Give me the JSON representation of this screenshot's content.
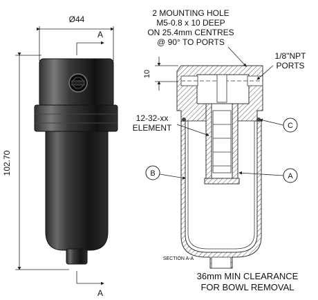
{
  "dimensions": {
    "diameter": "Ø44",
    "height": "102.70",
    "depth": "10"
  },
  "section": {
    "marker_top": "A",
    "marker_bottom": "A",
    "title": "SECTION A-A"
  },
  "callouts": {
    "mounting_line1": "2 MOUNTING HOLE",
    "mounting_line2": "M5-0.8 x 10 DEEP",
    "mounting_line3": "ON 25.4mm CENTRES",
    "mounting_line4": "@ 90° TO PORTS",
    "ports_line1": "1/8\"NPT",
    "ports_line2": "PORTS",
    "element_line1": "12-32-xx",
    "element_line2": "ELEMENT",
    "clearance_line1": "36mm MIN CLEARANCE",
    "clearance_line2": "FOR BOWL REMOVAL"
  },
  "balloons": {
    "left_b": "B",
    "right_a": "A",
    "right_c": "C"
  },
  "colors": {
    "body_dark": "#1c1c1c",
    "body_highlight": "#6a6a6a",
    "hatch": "#555555",
    "line": "#222222"
  }
}
